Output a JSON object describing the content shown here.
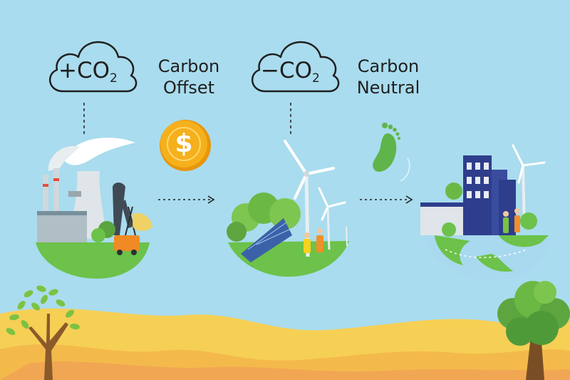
{
  "clouds": [
    {
      "sign": "+",
      "formula": "CO",
      "subscript": "2"
    },
    {
      "sign": "−",
      "formula": "CO",
      "subscript": "2"
    }
  ],
  "labels": {
    "offset_line1": "Carbon",
    "offset_line2": "Offset",
    "neutral_line1": "Carbon",
    "neutral_line2": "Neutral"
  },
  "coin_symbol": "$",
  "colors": {
    "sky": "#a9dcee",
    "ground_yellow": "#f6cf55",
    "coin": "#f2a60f",
    "grass": "#6cc24a",
    "footprint": "#5fb44a",
    "building": "#2e3e8c"
  },
  "icons": [
    "factory-icon",
    "dollar-coin-icon",
    "wind-solar-icon",
    "footprint-icon",
    "green-city-globe-icon",
    "tree-icon"
  ]
}
